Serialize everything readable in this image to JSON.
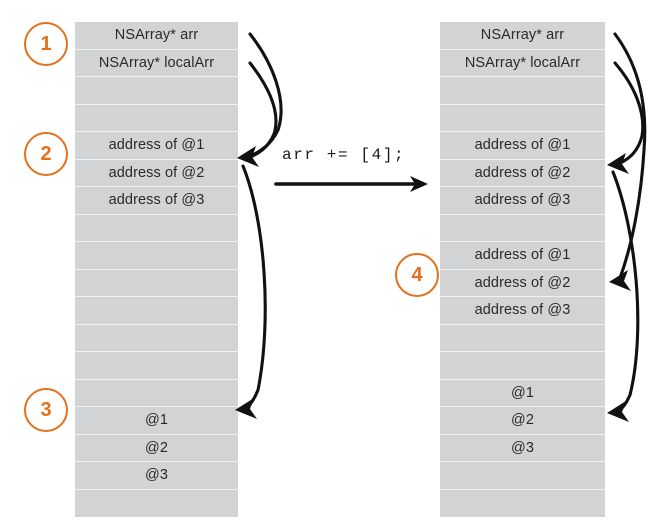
{
  "diagram": {
    "title": "Objective-C array copy-on-assign memory diagram",
    "accent_color": "#e2711d",
    "cell_color": "#d2d3d5",
    "ink_color": "#111111"
  },
  "transition": {
    "code": "arr += [4];",
    "arrow": "right-arrow"
  },
  "steps": [
    {
      "number": "1",
      "name": "step-1"
    },
    {
      "number": "2",
      "name": "step-2"
    },
    {
      "number": "3",
      "name": "step-3"
    },
    {
      "number": "4",
      "name": "step-4"
    }
  ],
  "before": {
    "name": "before-memory-column",
    "rows": [
      "NSArray* arr",
      "NSArray* localArr",
      "",
      "",
      "address of @1",
      "address of @2",
      "address of @3",
      "",
      "",
      "",
      "",
      "",
      "",
      "",
      "@1",
      "@2",
      "@3",
      ""
    ]
  },
  "after": {
    "name": "after-memory-column",
    "rows": [
      "NSArray* arr",
      "NSArray* localArr",
      "",
      "",
      "address of @1",
      "address of @2",
      "address of @3",
      "",
      "address of @1",
      "address of @2",
      "address of @3",
      "",
      "",
      "@1",
      "@2",
      "@3",
      "",
      ""
    ]
  }
}
